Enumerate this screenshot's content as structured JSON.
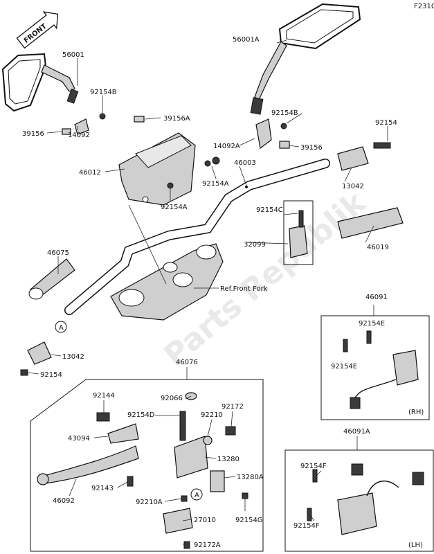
{
  "figure_code": "F2310",
  "front_arrow": "FRONT",
  "watermark": "Parts Republik",
  "ref_note": "Ref.Front Fork",
  "labels": {
    "p56001": "56001",
    "p56001A": "56001A",
    "p92154B_l": "92154B",
    "p92154B_r": "92154B",
    "p39156": "39156",
    "p14092": "14092",
    "p39156A": "39156A",
    "p14092A": "14092A",
    "p39156_r": "39156",
    "p92154": "92154",
    "p46012": "46012",
    "p46003": "46003",
    "p92154A_a": "92154A",
    "p92154A_b": "92154A",
    "p13042_r": "13042",
    "p92154C": "92154C",
    "p32099": "32099",
    "p46019": "46019",
    "p46075": "46075",
    "callout_a1": "A",
    "p13042_l": "13042",
    "p92154_l": "92154",
    "p46091": "46091",
    "p92154E_a": "92154E",
    "p92154E_b": "92154E",
    "rh": "(RH)",
    "p46076": "46076",
    "p92144": "92144",
    "p92066": "92066",
    "p92154D": "92154D",
    "p92210": "92210",
    "p92172": "92172",
    "p43094": "43094",
    "p13280": "13280",
    "p13280A": "13280A",
    "p46092": "46092",
    "p92143": "92143",
    "p92210A": "92210A",
    "callout_a2": "A",
    "p92154G": "92154G",
    "p27010": "27010",
    "p92172A": "92172A",
    "p46091A": "46091A",
    "p92154F_a": "92154F",
    "p92154F_b": "92154F",
    "lh": "(LH)"
  }
}
